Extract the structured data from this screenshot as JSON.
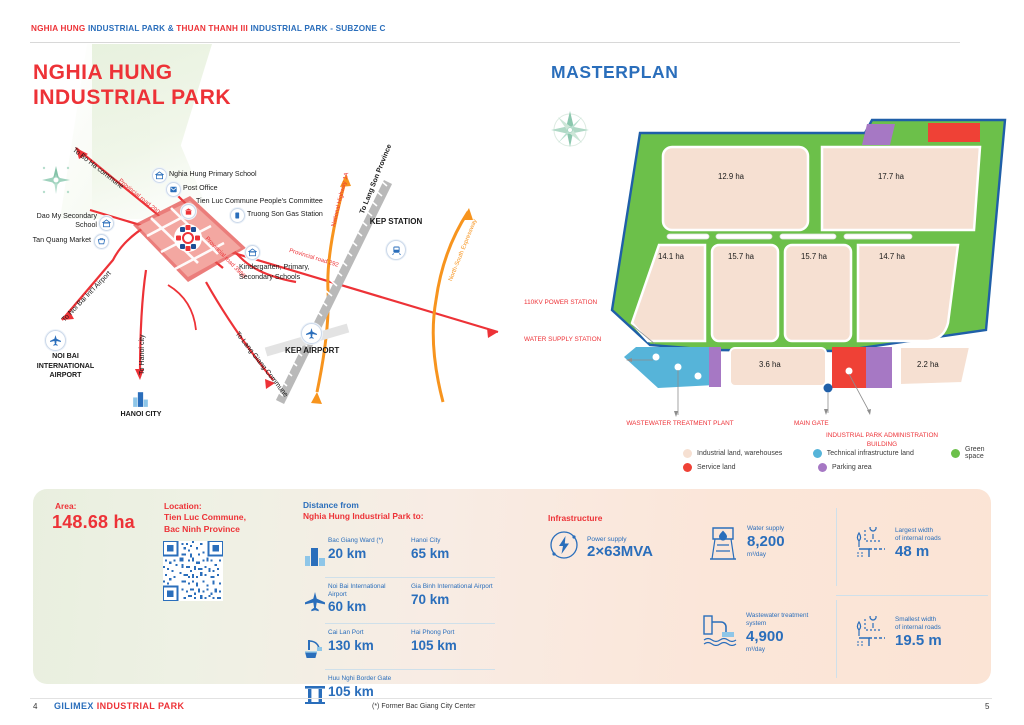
{
  "header": {
    "part1": "NGHIA HUNG ",
    "part2": "INDUSTRIAL PARK & ",
    "part3": "THUAN THANH III ",
    "part4": "INDUSTRIAL PARK - SUBZONE C"
  },
  "left_title": {
    "line1": "NGHIA HUNG",
    "line2": "INDUSTRIAL PARK"
  },
  "masterplan_title": "MASTERPLAN",
  "location_map": {
    "directions": [
      "To Bo Ha commune",
      "To Noi Bai Int'l Airport",
      "To Hanoi city",
      "To Lang Giang Commune",
      "To Lang Son Province"
    ],
    "roads": [
      "Provincial road 290",
      "Provincial road 398B",
      "Provincial road 292",
      "National Highway 1A",
      "North-South Expressway"
    ],
    "pois": [
      "Nghia Hung Primary School",
      "Post Office",
      "Tien Luc Commune People's Committee",
      "Truong Son Gas Station",
      "Dao My Secondary School",
      "Tan Quang Market",
      "Kindergarten, Primary, Secondary Schools"
    ],
    "landmarks": [
      "NOI BAI INTERNATIONAL AIRPORT",
      "HANOI CITY",
      "KEP STATION",
      "KEP AIRPORT"
    ]
  },
  "masterplan": {
    "parcels": [
      {
        "label": "12.9 ha"
      },
      {
        "label": "17.7 ha"
      },
      {
        "label": "14.1 ha"
      },
      {
        "label": "15.7 ha"
      },
      {
        "label": "15.7 ha"
      },
      {
        "label": "14.7 ha"
      },
      {
        "label": "3.6 ha"
      },
      {
        "label": "2.2 ha"
      }
    ],
    "callouts": [
      "110KV POWER STATION",
      "WATER SUPPLY STATION",
      "WASTEWATER TREATMENT PLANT",
      "MAIN GATE",
      "INDUSTRIAL PARK ADMINISTRATION BUILDING"
    ],
    "legend": [
      {
        "label": "Industrial land, warehouses",
        "color": "#f6e0d2"
      },
      {
        "label": "Technical infrastructure land",
        "color": "#56b4d9"
      },
      {
        "label": "Green space",
        "color": "#6cc04a"
      },
      {
        "label": "Service land",
        "color": "#ef4136"
      },
      {
        "label": "Parking area",
        "color": "#a678c4"
      }
    ]
  },
  "info": {
    "area_label": "Area:",
    "area_value": "148.68 ha",
    "location_label": "Location:",
    "location_value_1": "Tien Luc Commune,",
    "location_value_2": "Bac Ninh Province",
    "distance_head_1": "Distance from",
    "distance_head_2": "Nghia Hung Industrial Park ",
    "distance_head_2b": "to:",
    "distances": [
      {
        "icon": "city-icon",
        "cap": "Bac Giang Ward (*)",
        "val": "20 km",
        "cap2": "Hanoi City",
        "val2": "65 km"
      },
      {
        "icon": "plane-icon",
        "cap": "Noi Bai International Airport",
        "val": "60 km",
        "cap2": "Gia Binh International Airport",
        "val2": "70 km"
      },
      {
        "icon": "port-icon",
        "cap": "Cai Lan Port",
        "val": "130 km",
        "cap2": "Hai Phong Port",
        "val2": "105 km"
      },
      {
        "icon": "gate-icon",
        "cap": "Huu Nghi Border Gate",
        "val": "105 km",
        "cap2": "",
        "val2": ""
      }
    ],
    "infrastructure_label": "Infrastructure",
    "power": {
      "cap": "Power supply",
      "val": "2×63MVA"
    },
    "water": {
      "cap": "Water supply",
      "val": "8,200",
      "unit": "m³/day"
    },
    "wastewater": {
      "cap_1": "Wastewater treatment",
      "cap_2": "system",
      "val": "4,900",
      "unit": "m³/day"
    },
    "road_max": {
      "cap_1": "Largest width",
      "cap_2": "of internal roads",
      "val": "48 m"
    },
    "road_min": {
      "cap_1": "Smallest width",
      "cap_2": "of internal roads",
      "val": "19.5 m"
    }
  },
  "footer": {
    "page_left": "4",
    "brand_1": "GILIMEX ",
    "brand_2": "INDUSTRIAL PARK",
    "note": "(*) Former Bac Giang City Center",
    "page_right": "5"
  }
}
